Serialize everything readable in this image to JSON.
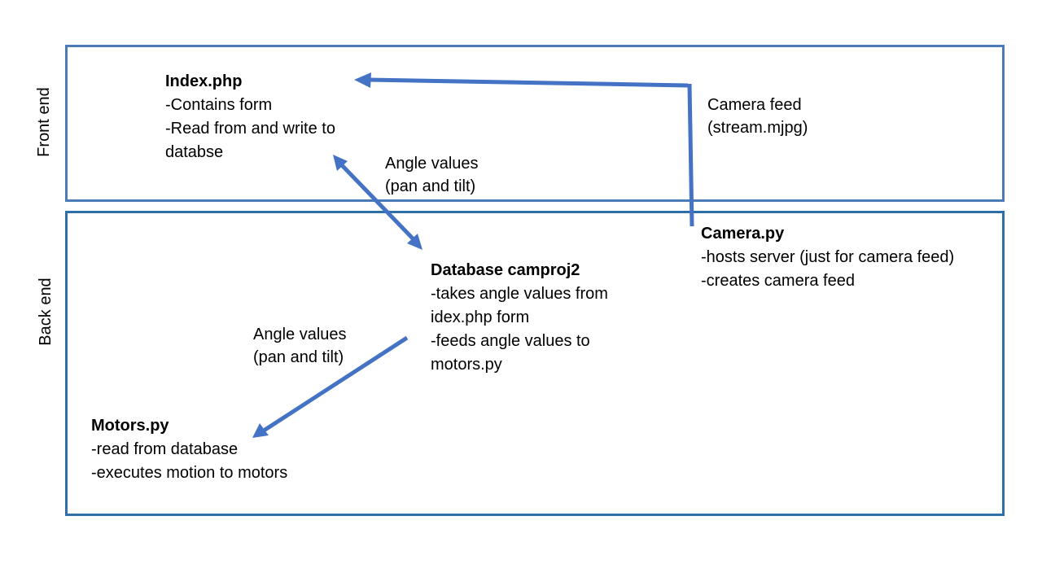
{
  "sections": {
    "front_end_label": "Front end",
    "back_end_label": "Back end"
  },
  "index_php": {
    "title": "Index.php",
    "lines": [
      "-Contains form",
      "-Read from and write to",
      "databse"
    ]
  },
  "database": {
    "title": "Database camproj2",
    "lines": [
      "-takes angle values from",
      "idex.php form",
      "-feeds angle values to",
      "motors.py"
    ]
  },
  "camera_py": {
    "title": "Camera.py",
    "lines": [
      "-hosts server (just for camera feed)",
      "-creates camera feed"
    ]
  },
  "motors_py": {
    "title": "Motors.py",
    "lines": [
      "-read from database",
      "-executes motion to motors"
    ]
  },
  "labels": {
    "angle_front": [
      "Angle values",
      "(pan and tilt)"
    ],
    "camera_feed": [
      "Camera feed",
      "(stream.mjpg)"
    ],
    "angle_back": [
      "Angle values",
      "(pan and tilt)"
    ]
  },
  "colors": {
    "arrow": "#4472c4",
    "front_frame": "#4a7bb7",
    "back_frame": "#2e6fa8"
  }
}
